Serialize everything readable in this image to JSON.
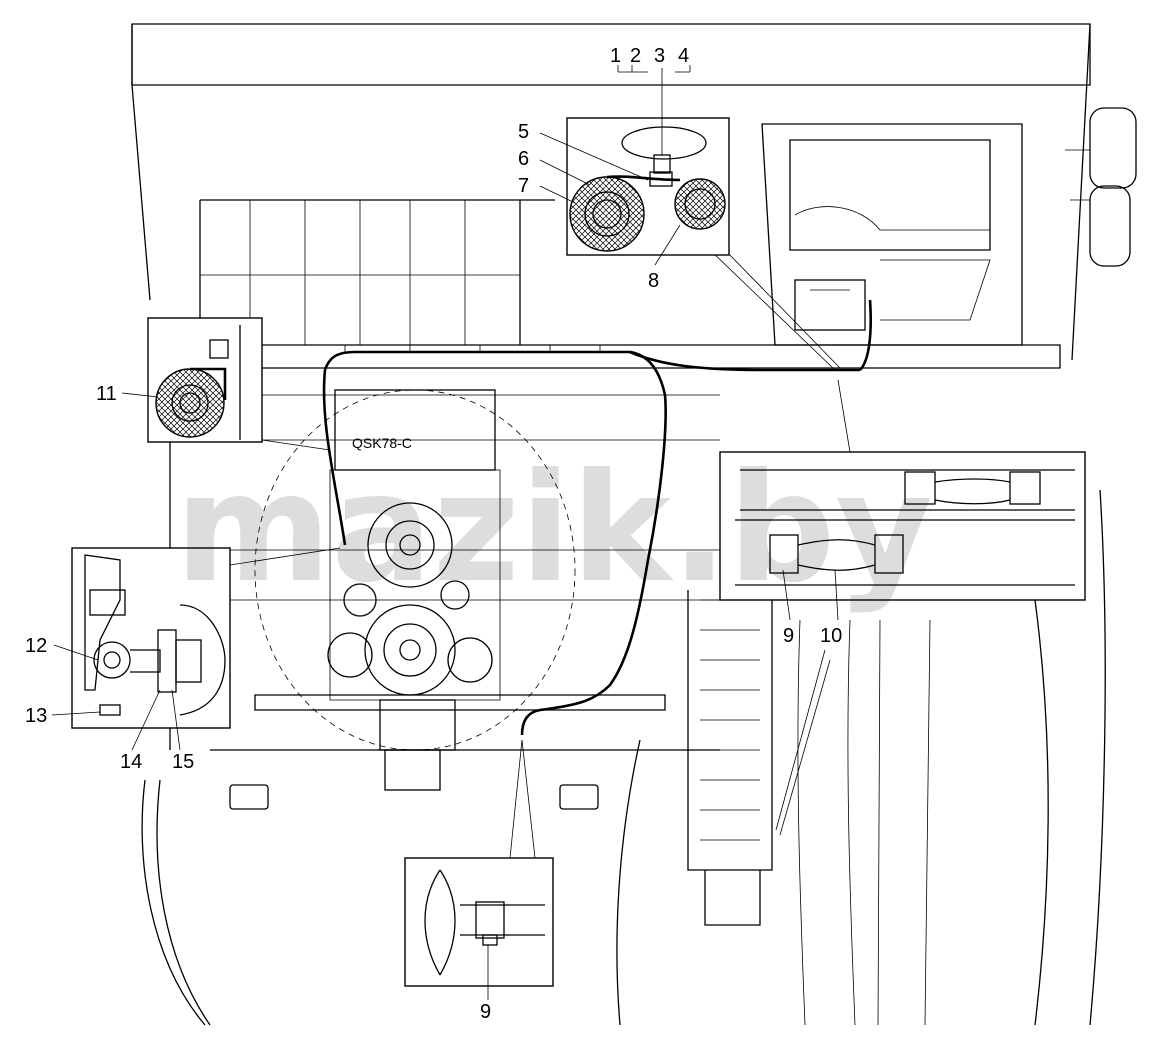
{
  "callouts": {
    "c1": "1",
    "c2": "2",
    "c3": "3",
    "c4": "4",
    "c5": "5",
    "c6": "6",
    "c7": "7",
    "c8": "8",
    "c9a": "9",
    "c10": "10",
    "c11": "11",
    "c12": "12",
    "c13": "13",
    "c14": "14",
    "c15": "15",
    "c9b": "9"
  },
  "engine_label": "QSK78-C",
  "watermark": "mazik.by"
}
